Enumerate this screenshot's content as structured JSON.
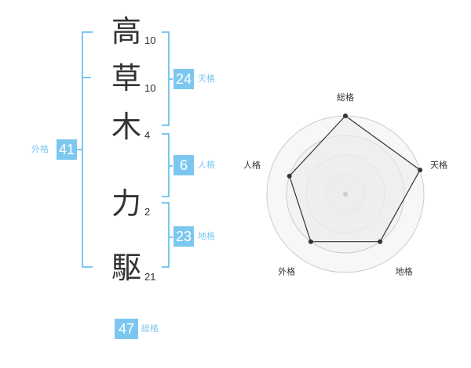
{
  "name": {
    "characters": [
      {
        "char": "高",
        "strokes": "10"
      },
      {
        "char": "草",
        "strokes": "10"
      },
      {
        "char": "木",
        "strokes": "4"
      },
      {
        "char": "力",
        "strokes": "2"
      },
      {
        "char": "駆",
        "strokes": "21"
      }
    ]
  },
  "kakusu": {
    "tenkaku": {
      "value": "24",
      "label": "天格"
    },
    "jinkaku": {
      "value": "6",
      "label": "人格"
    },
    "chikaku": {
      "value": "23",
      "label": "地格"
    },
    "gaikaku": {
      "value": "41",
      "label": "外格"
    },
    "soukaku": {
      "value": "47",
      "label": "総格"
    }
  },
  "chart_data": {
    "type": "radar",
    "categories": [
      "総格",
      "天格",
      "地格",
      "外格",
      "人格"
    ],
    "values": [
      4,
      4,
      3,
      3,
      3
    ],
    "rmax": 4,
    "rings": 4,
    "colors": {
      "line": "#333333",
      "fill": "#ececec",
      "ring": "#cccccc",
      "accent": "#7cc7f0"
    }
  }
}
